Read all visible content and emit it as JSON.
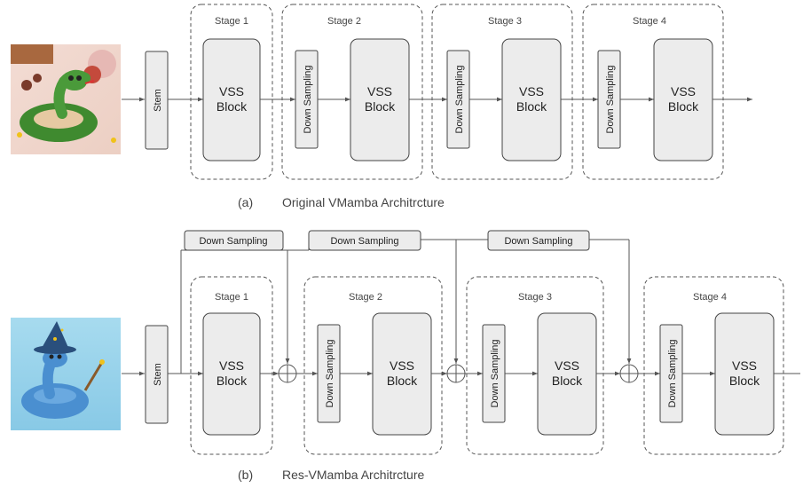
{
  "top": {
    "caption_letter": "(a)",
    "caption_text": "Original VMamba Architrcture",
    "stem_label": "Stem",
    "stages": [
      "Stage 1",
      "Stage 2",
      "Stage 3",
      "Stage 4"
    ],
    "vss_line1": "VSS",
    "vss_line2": "Block",
    "downsampling_label": "Down Sampling"
  },
  "bottom": {
    "caption_letter": "(b)",
    "caption_text": "Res-VMamba Architrcture",
    "stem_label": "Stem",
    "stages": [
      "Stage 1",
      "Stage 2",
      "Stage 3",
      "Stage 4"
    ],
    "vss_line1": "VSS",
    "vss_line2": "Block",
    "downsampling_label": "Down Sampling",
    "skip_labels": [
      "Down Sampling",
      "Down Sampling",
      "Down Sampling"
    ]
  },
  "colors": {
    "block_fill": "#ececec",
    "snake_green": "#4a9a3a",
    "snake_blue": "#4a8fd0",
    "wizard_hat": "#2a4f7c"
  }
}
